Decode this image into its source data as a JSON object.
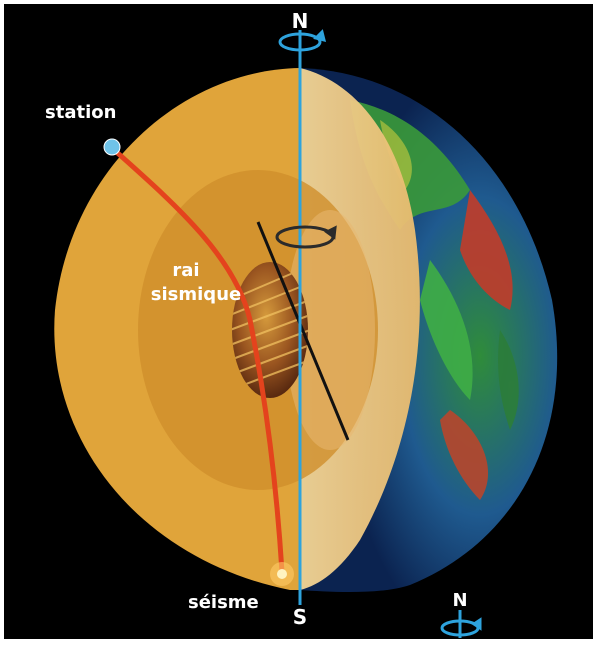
{
  "labels": {
    "north_top": "N",
    "south": "S",
    "station": "station",
    "rai_line1": "rai",
    "rai_line2": "sismique",
    "seisme": "séisme",
    "north_legend": "N"
  },
  "colors": {
    "background": "#000000",
    "mantle": "#e0a43a",
    "outer_core": "#cf8f2c",
    "cut_face": "#f1cc8a",
    "axis": "#2ea3dd",
    "ray": "#e4431d",
    "inner_axis": "#111111",
    "label": "#ffffff"
  },
  "icons": {
    "rotation_top": "rotation-arrow-icon",
    "rotation_inner": "rotation-arrow-icon",
    "rotation_legend": "rotation-arrow-icon"
  }
}
